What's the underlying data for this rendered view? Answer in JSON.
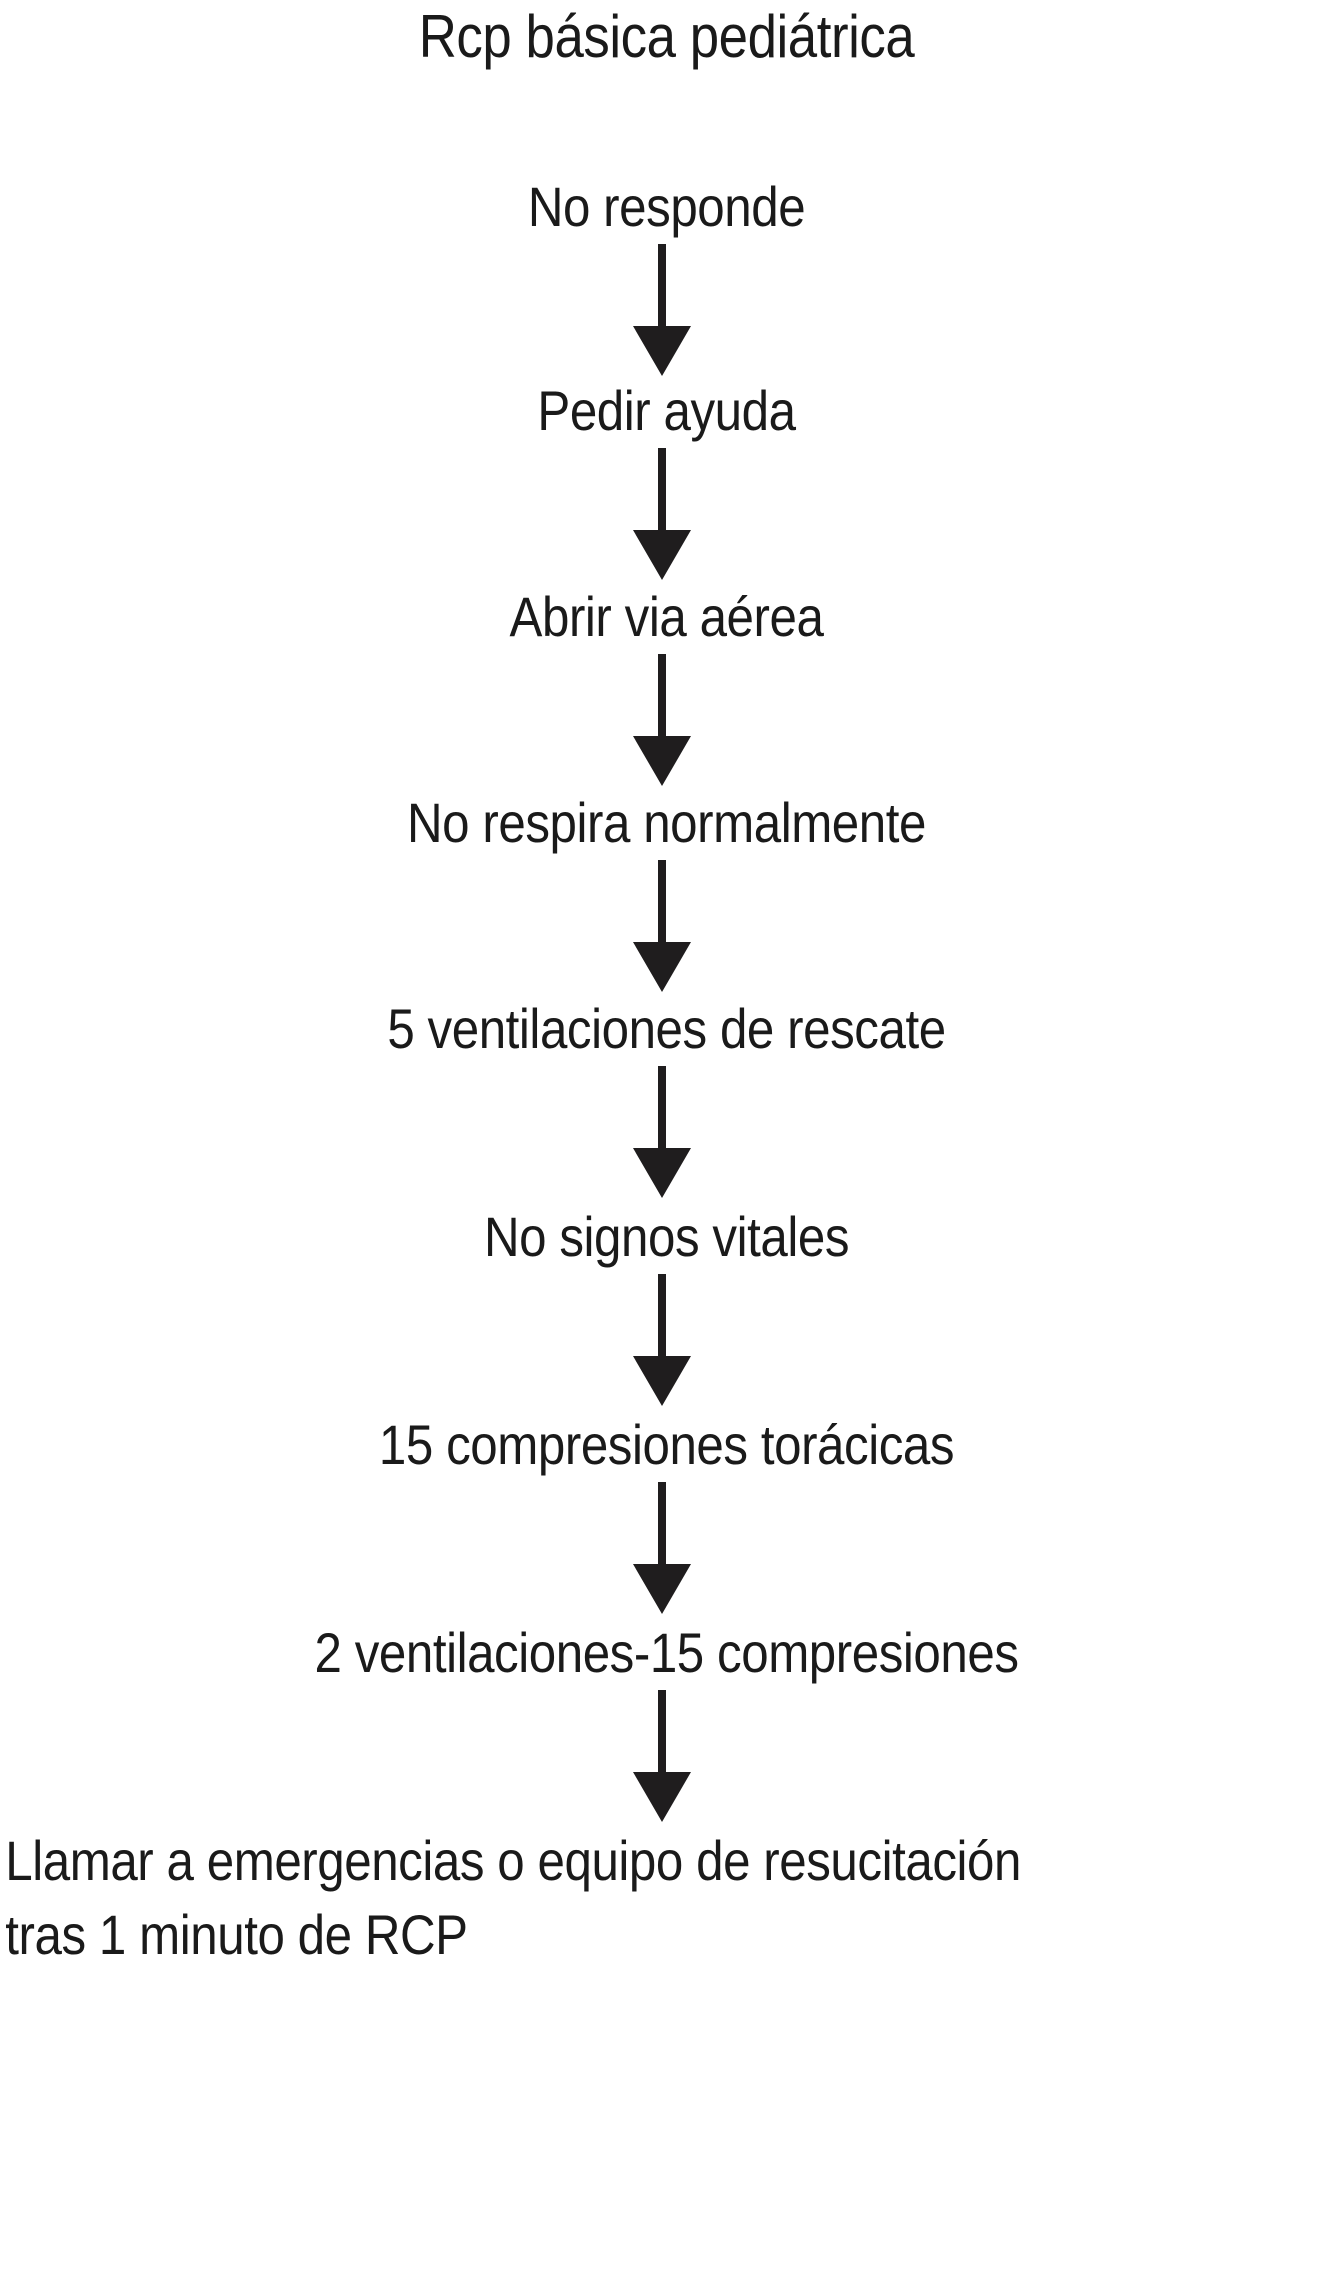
{
  "document": {
    "title": "Rcp básica pediátrica",
    "background_color": "#ffffff",
    "ink_color": "#1f1d1e"
  },
  "chart_data": {
    "type": "diagram",
    "diagram_type": "flowchart",
    "orientation": "vertical-top-to-bottom",
    "title": "Rcp básica pediátrica",
    "connector_style": "solid-line-with-filled-triangle-arrowhead",
    "node_count": 8,
    "edge_count": 7,
    "nodes": [
      {
        "id": 1,
        "label": "No responde"
      },
      {
        "id": 2,
        "label": "Pedir ayuda"
      },
      {
        "id": 3,
        "label": "Abrir via aérea"
      },
      {
        "id": 4,
        "label": "No respira normalmente"
      },
      {
        "id": 5,
        "label": "5 ventilaciones de rescate"
      },
      {
        "id": 6,
        "label": "No signos vitales"
      },
      {
        "id": 7,
        "label": "15 compresiones torácicas"
      },
      {
        "id": 8,
        "label": "2 ventilaciones-15 compresiones"
      },
      {
        "id": 9,
        "label": "Llamar a emergencias o equipo de resucitación tras 1 minuto de RCP",
        "lines": [
          "Llamar a emergencias o equipo de resucitación",
          "tras 1 minuto de RCP"
        ]
      }
    ],
    "edges": [
      {
        "from": 1,
        "to": 2
      },
      {
        "from": 2,
        "to": 3
      },
      {
        "from": 3,
        "to": 4
      },
      {
        "from": 4,
        "to": 5
      },
      {
        "from": 5,
        "to": 6
      },
      {
        "from": 6,
        "to": 7
      },
      {
        "from": 7,
        "to": 8
      },
      {
        "from": 8,
        "to": 9
      }
    ]
  },
  "steps": [
    {
      "label": "No responde"
    },
    {
      "label": "Pedir ayuda"
    },
    {
      "label": "Abrir via aérea"
    },
    {
      "label": "No respira normalmente"
    },
    {
      "label": "5 ventilaciones de rescate"
    },
    {
      "label": "No signos vitales"
    },
    {
      "label": "15 compresiones torácicas"
    },
    {
      "label": "2 ventilaciones-15 compresiones"
    }
  ],
  "final_step": {
    "line1": "Llamar a emergencias o equipo de resucitación",
    "line2": "tras 1 minuto de RCP"
  }
}
